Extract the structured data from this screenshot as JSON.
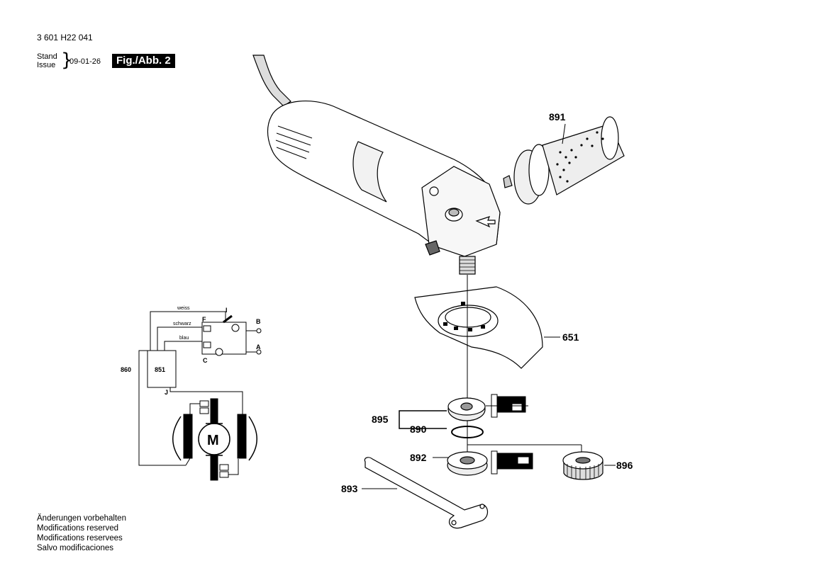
{
  "header": {
    "doc_number": "3 601 H22 041",
    "stand_label": "Stand",
    "issue_label": "Issue",
    "date": "09-01-26",
    "figure_label": "Fig./Abb. 2"
  },
  "parts": {
    "p891": "891",
    "p651": "651",
    "p895": "895",
    "p890": "890",
    "p892": "892",
    "p896": "896",
    "p893": "893"
  },
  "wiring": {
    "wire_white": "weiss",
    "wire_black": "schwarz",
    "wire_blue": "blau",
    "term_i": "I",
    "term_f": "F",
    "term_b": "B",
    "term_a": "A",
    "term_c": "C",
    "term_j": "J",
    "part_860": "860",
    "part_851": "851",
    "motor": "M"
  },
  "notes": [
    "Änderungen vorbehalten",
    "Modifications reserved",
    "Modifications reservees",
    "Salvo modificaciones"
  ]
}
